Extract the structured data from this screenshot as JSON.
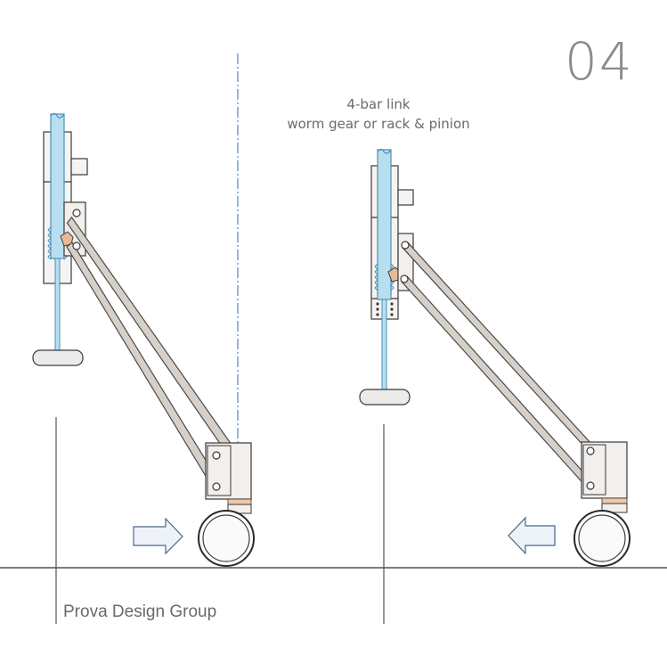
{
  "page_number": "04",
  "caption": {
    "line1": "4-bar link",
    "line2": "worm gear or rack & pinion"
  },
  "credit": "Prova Design Group",
  "colors": {
    "shaft_fill": "#b8dff0",
    "shaft_stroke": "#4a8fb8",
    "link_fill": "#d6d0c8",
    "link_stroke": "#4a4a4a",
    "housing_fill": "#f2efec",
    "gear_fill": "#e8b898",
    "accent_band": "#f0c8a8",
    "arrow_fill": "#eef3f9",
    "arrow_stroke": "#4a6888",
    "centerline": "#3a6aaa",
    "outline": "#3a3a3a",
    "ground": "#4a5a4a"
  },
  "motion_arrows": [
    {
      "direction": "right"
    },
    {
      "direction": "left"
    }
  ],
  "icons": [
    "right-arrow-icon",
    "left-arrow-icon",
    "wheel-icon"
  ]
}
